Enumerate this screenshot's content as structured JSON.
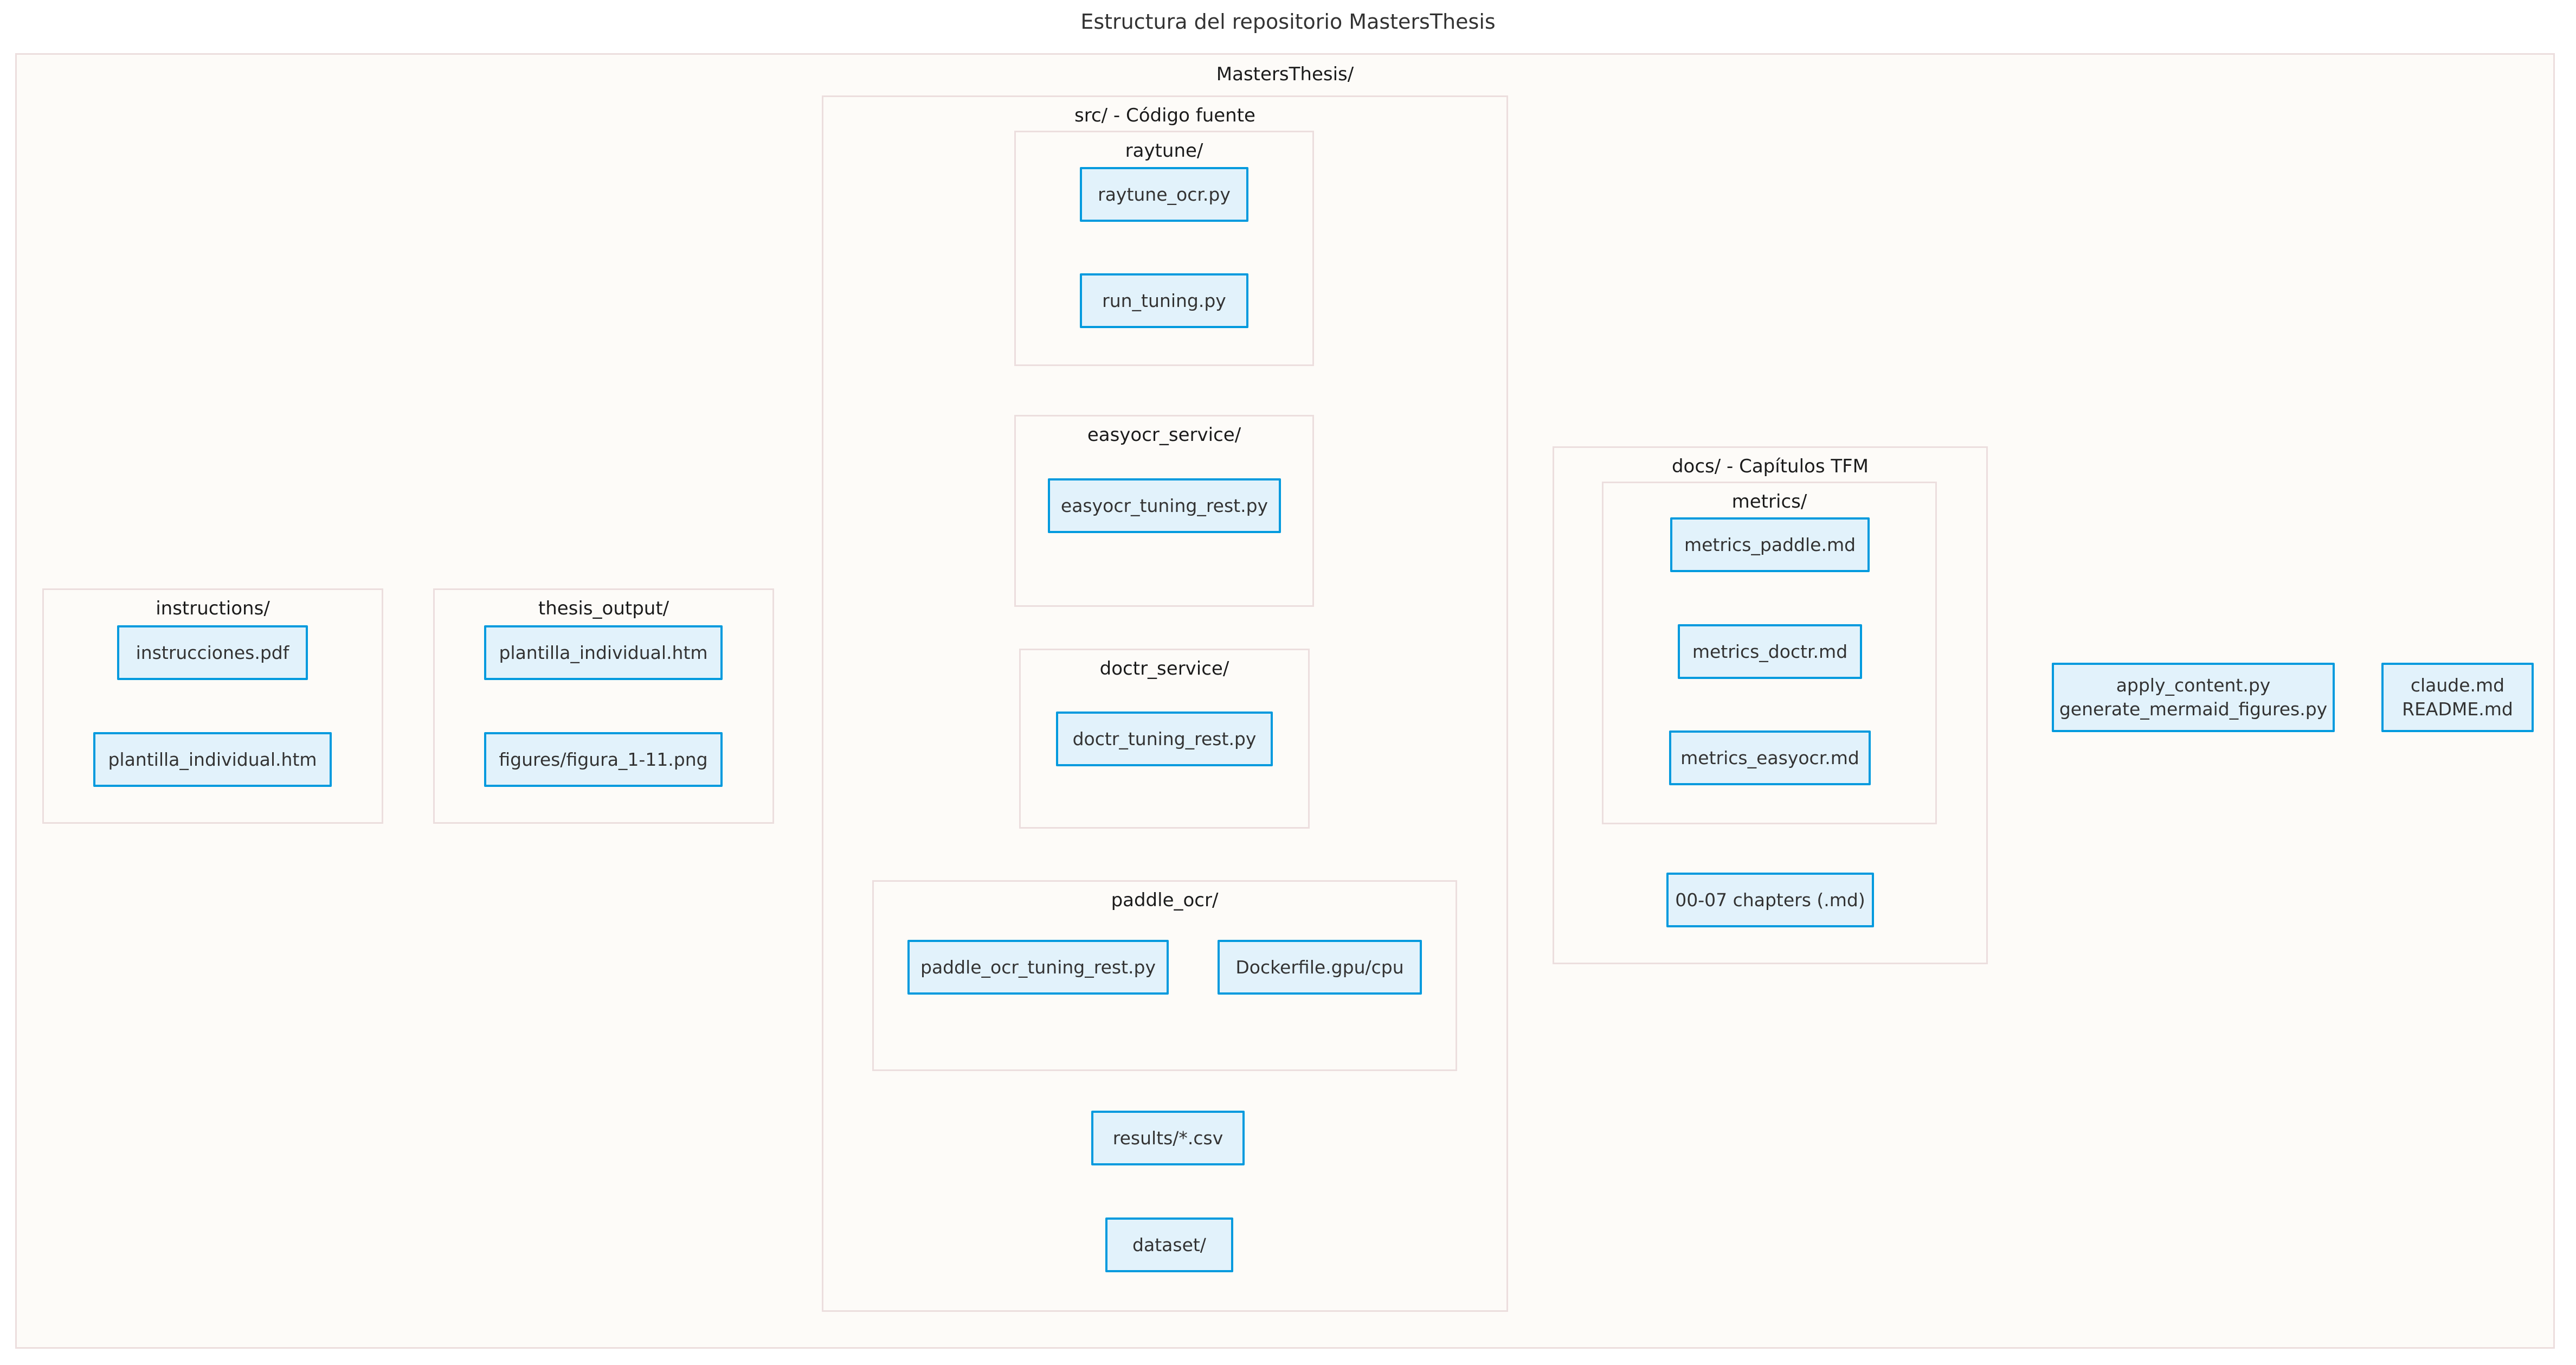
{
  "diagram": {
    "title": "Estructura del repositorio MastersThesis",
    "type": "flowchart",
    "direction": "TB",
    "colors": {
      "page_background": "#ffffff",
      "cluster_fill": "#fdfbf8",
      "cluster_border": "#ecdede",
      "node_fill": "#e2f2fb",
      "node_border": "#029ade",
      "node_text": "#333333",
      "title_text": "#333333",
      "cluster_label_text": "#1b1b1b"
    }
  },
  "root": {
    "label": "MastersThesis/"
  },
  "clusters": {
    "src": {
      "label": "src/ - Código fuente"
    },
    "raytune": {
      "label": "raytune/"
    },
    "easyocr_service": {
      "label": "easyocr_service/"
    },
    "doctr_service": {
      "label": "doctr_service/"
    },
    "paddle_ocr": {
      "label": "paddle_ocr/"
    },
    "instructions": {
      "label": "instructions/"
    },
    "thesis_output": {
      "label": "thesis_output/"
    },
    "docs": {
      "label": "docs/ - Capítulos TFM"
    },
    "metrics": {
      "label": "metrics/"
    }
  },
  "nodes": {
    "raytune_ocr_py": {
      "label": "raytune_ocr.py"
    },
    "run_tuning_py": {
      "label": "run_tuning.py"
    },
    "easyocr_tuning_rest_py": {
      "label": "easyocr_tuning_rest.py"
    },
    "doctr_tuning_rest_py": {
      "label": "doctr_tuning_rest.py"
    },
    "paddle_ocr_tuning_rest_py": {
      "label": "paddle_ocr_tuning_rest.py"
    },
    "dockerfile_gpu_cpu": {
      "label": "Dockerfile.gpu/cpu"
    },
    "results_csv": {
      "label": "results/*.csv"
    },
    "dataset_dir": {
      "label": "dataset/"
    },
    "instrucciones_pdf": {
      "label": "instrucciones.pdf"
    },
    "plantilla_individual_htm_instructions": {
      "label": "plantilla_individual.htm"
    },
    "plantilla_individual_htm_output": {
      "label": "plantilla_individual.htm"
    },
    "figures_figura_png": {
      "label": "figures/figura_1-11.png"
    },
    "metrics_paddle_md": {
      "label": "metrics_paddle.md"
    },
    "metrics_doctr_md": {
      "label": "metrics_doctr.md"
    },
    "metrics_easyocr_md": {
      "label": "metrics_easyocr.md"
    },
    "chapters_md": {
      "label": "00-07 chapters (.md)"
    },
    "scripts_py": {
      "label": "apply_content.py\ngenerate_mermaid_figures.py"
    },
    "root_docs_md": {
      "label": "claude.md\nREADME.md"
    }
  }
}
